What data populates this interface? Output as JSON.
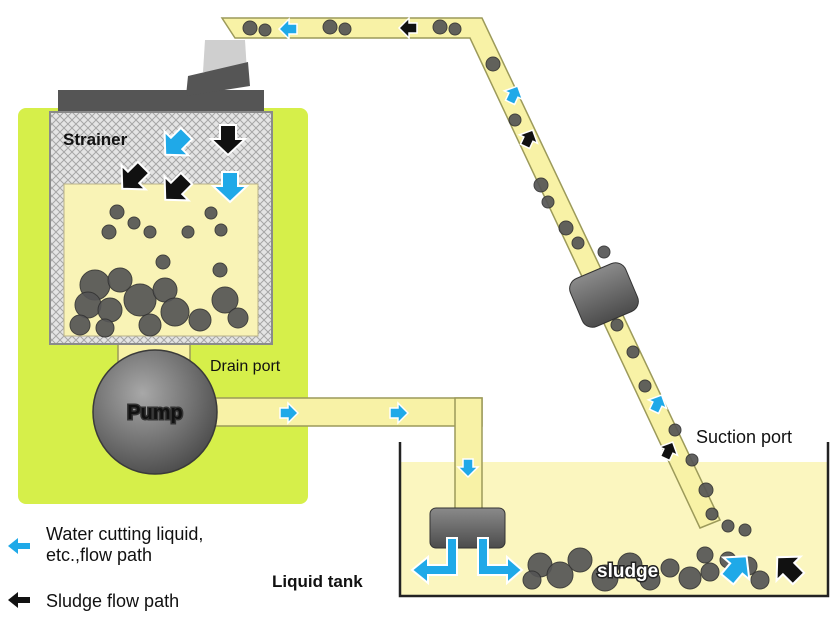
{
  "labels": {
    "strainer": "Strainer",
    "drain_port": "Drain port",
    "pump": "Pump",
    "suction_port": "Suction port",
    "liquid_tank": "Liquid tank",
    "sludge": "sludge"
  },
  "legend": {
    "liquid_line1": "Water cutting liquid,",
    "liquid_line2": "etc.,flow path",
    "sludge": "Sludge flow path"
  },
  "colors": {
    "housing_green": "#d6ef4a",
    "pipe_yellow": "#f8f2a6",
    "liquid_yellow": "#fbf6bf",
    "liquid_arrow": "#1fa9e8",
    "sludge_arrow": "#111111",
    "sludge_gray": "#555555",
    "pump_gray": "#6f6f6f"
  }
}
